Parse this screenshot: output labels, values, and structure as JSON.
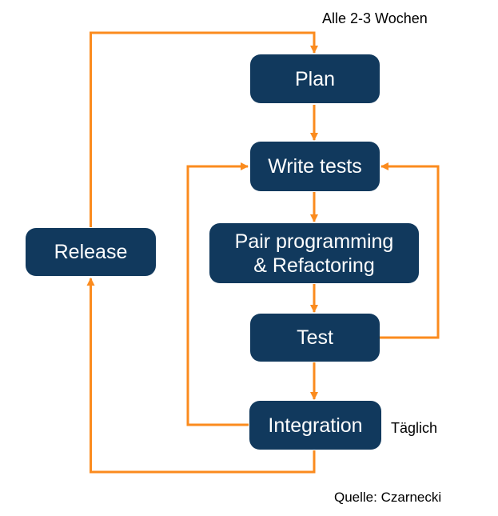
{
  "diagram": {
    "annotations": {
      "cycle": "Alle 2-3 Wochen",
      "daily": "Täglich",
      "source": "Quelle: Czarnecki"
    },
    "nodes": {
      "plan": {
        "label": "Plan"
      },
      "write_tests": {
        "label": "Write tests"
      },
      "pair_programming": {
        "lines": [
          "Pair programming",
          "& Refactoring"
        ]
      },
      "test": {
        "label": "Test"
      },
      "integration": {
        "label": "Integration"
      },
      "release": {
        "label": "Release"
      }
    },
    "edges": [
      {
        "from": "Release",
        "to": "Plan"
      },
      {
        "from": "Plan",
        "to": "Write tests"
      },
      {
        "from": "Write tests",
        "to": "Pair programming & Refactoring"
      },
      {
        "from": "Pair programming & Refactoring",
        "to": "Test"
      },
      {
        "from": "Test",
        "to": "Integration"
      },
      {
        "from": "Test",
        "to": "Write tests"
      },
      {
        "from": "Integration",
        "to": "Write tests"
      },
      {
        "from": "Integration",
        "to": "Release"
      }
    ]
  },
  "colors": {
    "box_fill": "#11395d",
    "box_text": "#ffffff",
    "arrow": "#fb8b1e",
    "text": "#000000",
    "background": "#ffffff"
  }
}
